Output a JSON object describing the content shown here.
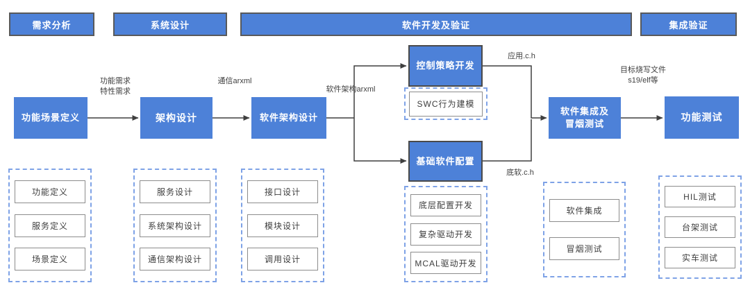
{
  "colors": {
    "box_blue": "#4d81d8",
    "dashed_border": "#7ea2e6",
    "connector": "#3f3f3f",
    "bar_border": "#58595b"
  },
  "phases": [
    "需求分析",
    "系统设计",
    "软件开发及验证",
    "集成验证"
  ],
  "flow": {
    "functional_scenario_definition": "功能场景定义",
    "architecture_design": "架构设计",
    "software_architecture_design": "软件架构设计",
    "control_strategy_development": "控制策略开发",
    "swc_behavior_modeling": "SWC行为建模",
    "basic_software_configuration": "基础软件配置",
    "software_integration_smoke_test": "软件集成及\n冒烟测试",
    "function_test": "功能测试"
  },
  "edge_labels": {
    "functional_requirements": "功能需求\n特性需求",
    "communication_arxml": "通信arxml",
    "software_architecture_arxml": "软件架构arxml",
    "application_ch": "应用.c.h",
    "base_software_ch": "底软.c.h",
    "target_flash_file": "目标烧写文件\ns19/elf等"
  },
  "groups": [
    {
      "name": "functional-scenario-items",
      "items": [
        "功能定义",
        "服务定义",
        "场景定义"
      ]
    },
    {
      "name": "architecture-items",
      "items": [
        "服务设计",
        "系统架构设计",
        "通信架构设计"
      ]
    },
    {
      "name": "software-architecture-items",
      "items": [
        "接口设计",
        "模块设计",
        "调用设计"
      ]
    },
    {
      "name": "basic-software-items",
      "items": [
        "底层配置开发",
        "复杂驱动开发",
        "MCAL驱动开发"
      ]
    },
    {
      "name": "integration-smoke-items",
      "items": [
        "软件集成",
        "冒烟测试"
      ]
    },
    {
      "name": "function-test-items",
      "items": [
        "HIL测试",
        "台架测试",
        "实车测试"
      ]
    }
  ]
}
